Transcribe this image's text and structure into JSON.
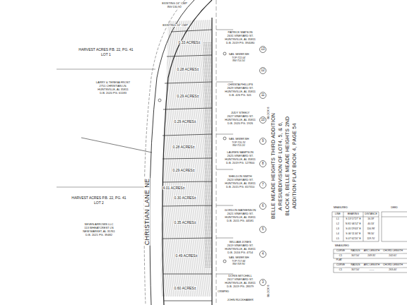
{
  "diagram": {
    "labels": [
      "EXISTING 24\" CMP",
      "INV:130.90'",
      "EXISTING 24\" CMP",
      "HARVEST ACRES P.B. 22, PG. 41",
      "LOT 1",
      "LARRY & TERESA FROST",
      "2751 CHRISTIAN LN.",
      "HUNTSVILLE, AL 35811",
      "D.B. 2020 PG. 61183",
      "CHRISTIAN LANE NE",
      "HARVEST ACRES P.B. 22, PG. 41",
      "LOT 2",
      "SEVEN ARROWS LLC",
      "113 WHEATCREST LN",
      "NEW MARKET, AL 35761",
      "D.B. 2021 PG. 39482",
      "0.33 ACRES±",
      "0.28 ACRES±",
      "0.29 ACRES±",
      "0.29 ACRES±",
      "0.28 ACRES±",
      "0.29 ACRES±",
      "4.01 ACRES±",
      "0.30 ACRES±",
      "0.35 ACRES±",
      "0.49 ACRES±",
      "0.60 ACRES±",
      "13",
      "12",
      "11",
      "10",
      "9",
      "8",
      "7",
      "6",
      "5",
      "4",
      "3",
      "PATRICK WATSON",
      "2631 VINEYARD ST.",
      "HUNTSVILLE, AL 35811",
      "D.B. 2019 PG. 394080",
      "SAN. SEWER MH",
      "TOP:722.04'",
      "INV:714.50'",
      "CHRISTA PHILLIPS",
      "2629 VINEYARD ST.",
      "HUNTSVILLE, AL 35811",
      "D.B. 426 PG. 341",
      "JUDY STEELY",
      "2627 VINEYARD ST.",
      "HUNTSVILLE, AL 35811",
      "D.B. 2020 PG. 1926",
      "SAN. SEWER MH",
      "TOP:720.70'",
      "INV:713.20'",
      "LAUREN SAMPSON",
      "2625 VINEYARD ST.",
      "HUNTSVILLE, AL 35811",
      "D.B. 2019 PG. 127800",
      "SHELDON SMITH",
      "2623 VINEYARD ST.",
      "HUNTSVILLE, AL 35811",
      "D.B. 2015 PG. 657310",
      "GORDON MATHENSON",
      "2621 VINEYARD ST.",
      "HUNTSVILLE, AL 35811",
      "D.B. 2015 PG. 44581",
      "WILLIAM JONES",
      "2619 VINEYARD ST.",
      "HUNTSVILLE, AL 35811",
      "D.B. 2016 PG. 4754",
      "SAN. SEWER MH",
      "TOP:717.66'",
      "INV:709.90'",
      "DORIS MITCHELL",
      "2617 VINEYARD ST.",
      "HUNTSVILLE, AL 35811",
      "D.B. 2019 PG. 28379",
      "CRIMPED",
      "JOHN RUCKHABER",
      "BELLE MEADE HEIGHTS THIRD ADDITION",
      "A RESUBDIVISION OF LOT4, 5, & 6,",
      "BLOCK 8, BELLE MEADE HEIGHTS 2ND",
      "ADDITION  PLAT BOOK 4, PAGE 54",
      "BLOCK 8",
      "BLOCK 8",
      "MEASURED",
      "DEED",
      "LINE",
      "BEARING",
      "DISTANCE",
      "L1",
      "S 13°17'27\" E",
      "16.59'",
      "L2",
      "N 81°46'52\" E",
      "40.53'",
      "L3",
      "S 05°29'43\" E",
      "116.98'",
      "L4",
      "S 06°11'40\" E",
      "98.50'",
      "L5",
      "S 07°42'20\" E",
      "119.70'",
      "MEASURED",
      "CURVE",
      "RADIUS",
      "ARC LENGTH",
      "CHORD LENGTH",
      "C1",
      "307.50'",
      "249.35'",
      "242.61'",
      "PLAT",
      "CURVE",
      "RADIUS",
      "ARC LENGTH",
      "CHORD LENGTH",
      "C1",
      "307.50'",
      "------",
      "263.40'"
    ]
  }
}
